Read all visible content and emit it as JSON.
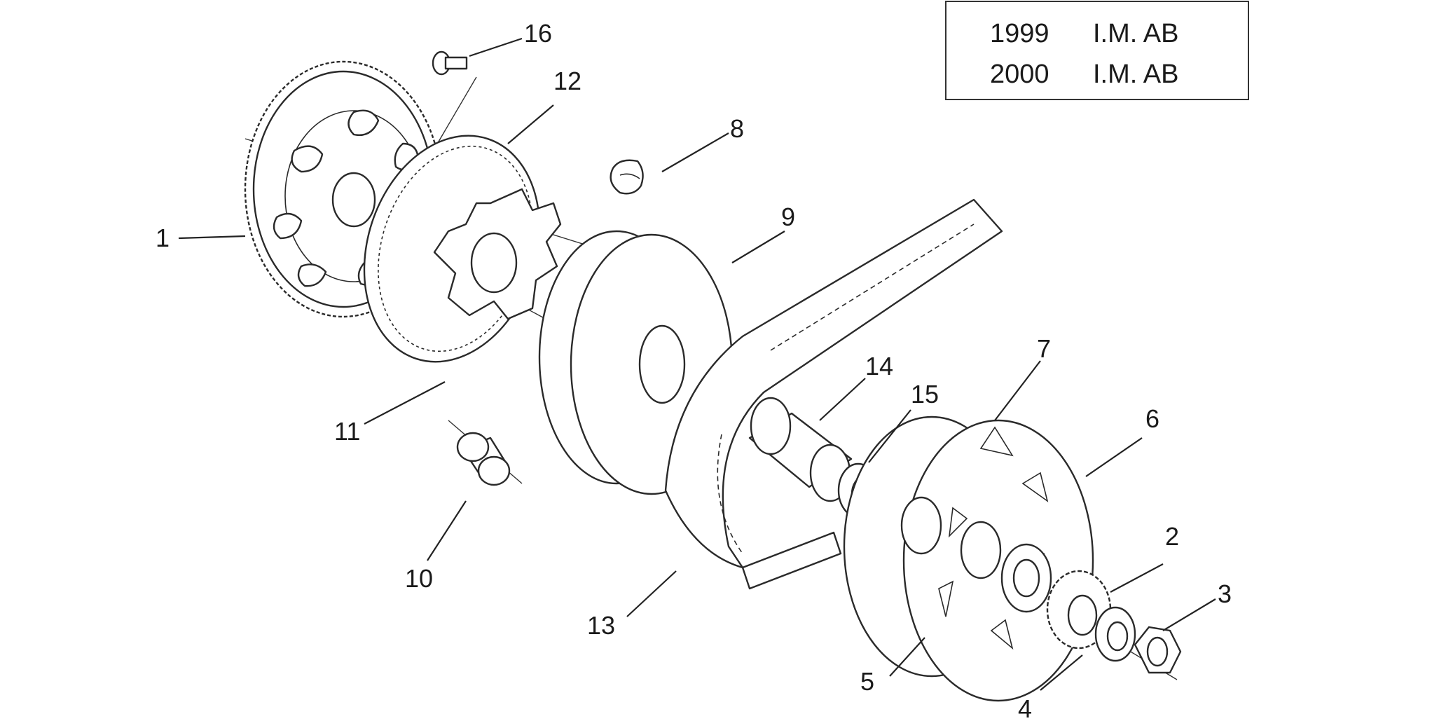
{
  "table": {
    "rows": [
      {
        "year": "1999",
        "code": "I.M. AB"
      },
      {
        "year": "2000",
        "code": "I.M. AB"
      }
    ]
  },
  "callouts": {
    "c1": "1",
    "c2": "2",
    "c3": "3",
    "c4": "4",
    "c5": "5",
    "c6": "6",
    "c7": "7",
    "c8": "8",
    "c9": "9",
    "c10": "10",
    "c11": "11",
    "c12": "12",
    "c13": "13",
    "c14": "14",
    "c15": "15",
    "c16": "16"
  }
}
